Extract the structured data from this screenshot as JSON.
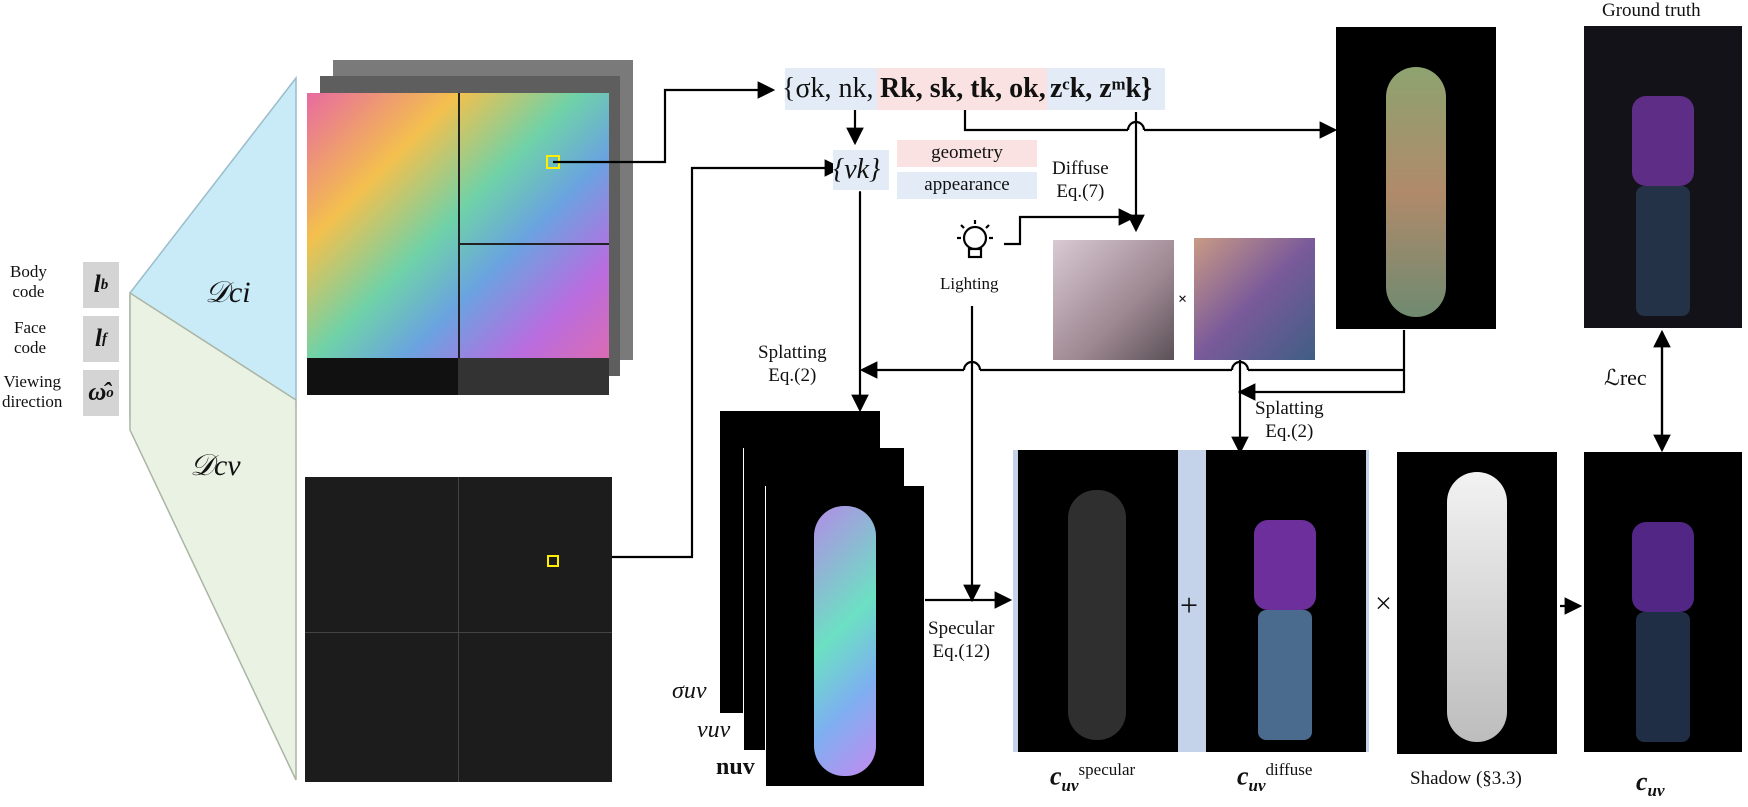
{
  "inputs": {
    "body": {
      "label": "Body\ncode",
      "symbol": "l",
      "sub": "b"
    },
    "face": {
      "label": "Face\ncode",
      "symbol": "l",
      "sub": "f"
    },
    "view": {
      "label": "Viewing\ndirection",
      "symbol": "ω̂",
      "sub": "o"
    }
  },
  "decoders": {
    "ci": "𝒟ci",
    "cv": "𝒟cv"
  },
  "params": {
    "sigma": "{σk, nk,",
    "geometry_part": "Rk, sk, tk, ok,",
    "appearance_part": "zᶜk, zᵐk}",
    "v": "{vk}"
  },
  "legend": {
    "geometry": "geometry",
    "appearance": "appearance",
    "geometry_color": "#fbe2e2",
    "appearance_color": "#e3ebf6"
  },
  "labels": {
    "diffuse": "Diffuse\nEq.(7)",
    "lighting": "Lighting",
    "splatting_left": "Splatting\nEq.(2)",
    "splatting_right": "Splatting\nEq.(2)",
    "specular": "Specular\nEq.(12)",
    "ground_truth": "Ground truth",
    "loss": "ℒrec",
    "shadow": "Shadow (§3.3)",
    "times_small": "×",
    "plus": "+",
    "times_big": "×"
  },
  "uv_stack": {
    "sigma": "σuv",
    "v": "vuv",
    "n": "nuv"
  },
  "outputs": {
    "specular": {
      "symbol": "c",
      "sub": "uv",
      "sup": "specular"
    },
    "diffuse": {
      "symbol": "c",
      "sub": "uv",
      "sup": "diffuse"
    },
    "final": {
      "symbol": "c",
      "sub": "uv"
    }
  },
  "icons": [
    "lightbulb-icon"
  ],
  "colors": {
    "ci_fill": "#c9ebf7",
    "cv_fill": "#eaf3e3",
    "highlight": "#ffee00",
    "blue_bar": "#c4d3ea"
  }
}
